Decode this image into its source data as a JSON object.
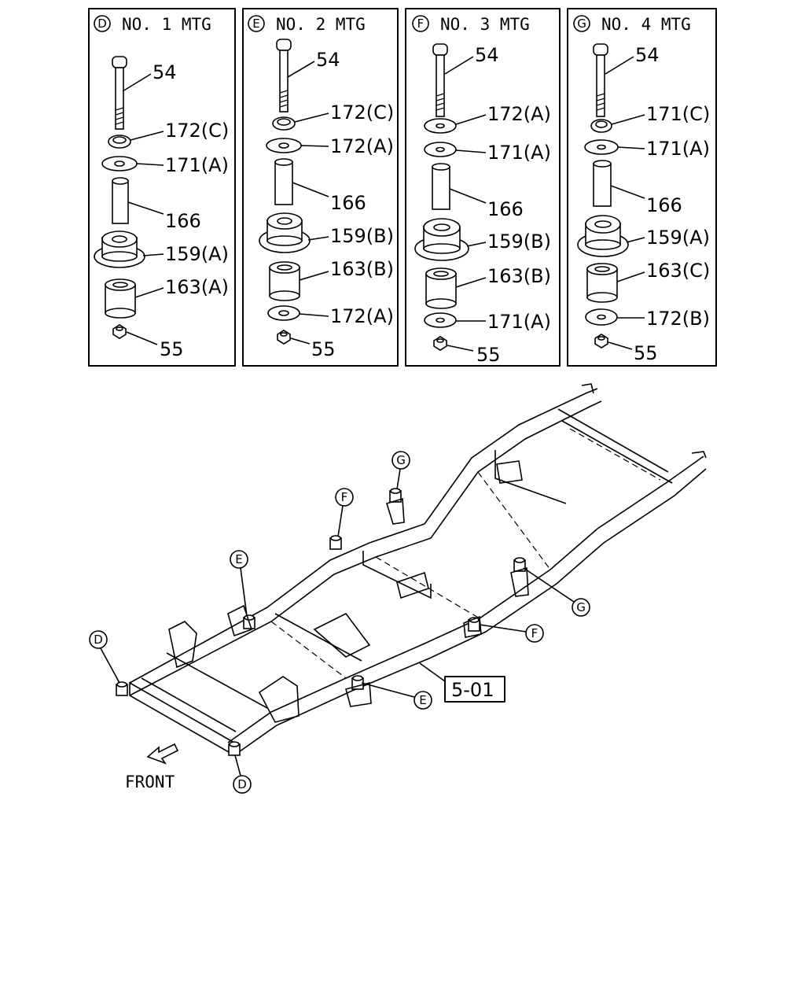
{
  "panels": [
    {
      "letter": "D",
      "title": "NO. 1  MTG",
      "labels": [
        "54",
        "172(C)",
        "171(A)",
        "166",
        "159(A)",
        "163(A)",
        "55"
      ]
    },
    {
      "letter": "E",
      "title": "NO. 2  MTG",
      "labels": [
        "54",
        "172(C)",
        "172(A)",
        "166",
        "159(B)",
        "163(B)",
        "172(A)",
        "55"
      ]
    },
    {
      "letter": "F",
      "title": "NO. 3  MTG",
      "labels": [
        "54",
        "172(A)",
        "171(A)",
        "166",
        "159(B)",
        "163(B)",
        "171(A)",
        "55"
      ]
    },
    {
      "letter": "G",
      "title": "NO. 4  MTG",
      "labels": [
        "54",
        "171(C)",
        "171(A)",
        "166",
        "159(A)",
        "163(C)",
        "172(B)",
        "55"
      ]
    }
  ],
  "frame_callouts": {
    "g_top": "G",
    "f_top": "F",
    "e_top": "E",
    "d_left": "D",
    "g_right": "G",
    "f_right": "F",
    "e_bottom": "E",
    "d_bottom": "D"
  },
  "reference_box": "5-01",
  "front_label": "FRONT"
}
